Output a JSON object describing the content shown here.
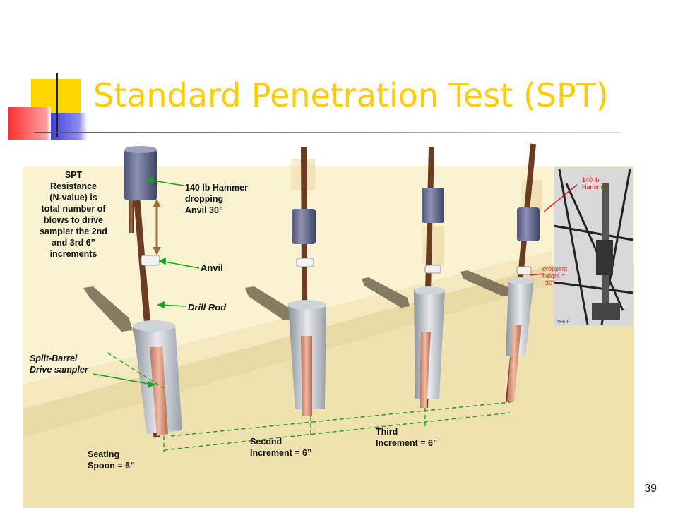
{
  "slide": {
    "title": "Standard Penetration Test (SPT)",
    "page_number": "39"
  },
  "labels": {
    "spt_resistance": [
      "SPT",
      "Resistance",
      "(N-value) is",
      "total number of",
      "blows to drive",
      "sampler the 2nd",
      "and 3rd 6”",
      "increments"
    ],
    "hammer": [
      "140 lb Hammer",
      "dropping",
      "Anvil 30”"
    ],
    "anvil": "Anvil",
    "drill_rod": "Drill Rod",
    "sampler": [
      "Split-Barrel",
      "Drive sampler"
    ],
    "seating": [
      "Seating",
      "Spoon = 6”"
    ],
    "second": [
      "Second",
      "Increment = 6”"
    ],
    "third": [
      "Third",
      "Increment = 6”"
    ]
  },
  "photo": {
    "hammer_label": [
      "140 lb",
      "Hammer"
    ],
    "drop_label": [
      "dropping",
      "height =",
      "30”"
    ],
    "credit": "NHI-F"
  },
  "colors": {
    "title": "#ffcc00",
    "ground": "#efe2b0",
    "sky": "#faf3d2",
    "hammer": "#6e7596",
    "rod": "#7a4a2c",
    "casing": "#b9bec7",
    "leader_green": "#1aa01a",
    "arrow_brown": "#a0703c",
    "photo_label": "#e02020"
  }
}
